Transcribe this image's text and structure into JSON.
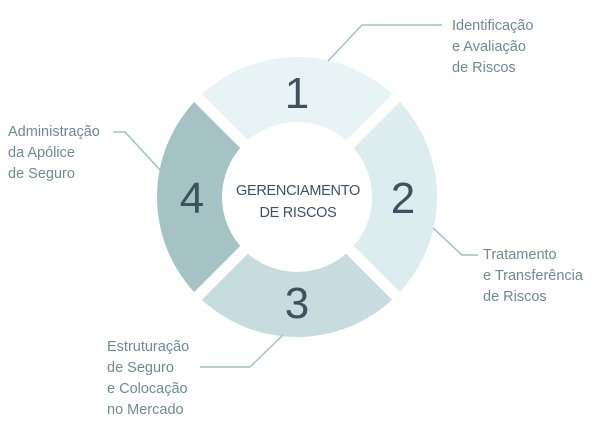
{
  "center": {
    "line1": "GERENCIAMENTO",
    "line2": "DE RISCOS"
  },
  "steps": [
    {
      "number": "1",
      "label": "Identificação\ne Avaliação\nde Riscos",
      "color": "#e8f3f5"
    },
    {
      "number": "2",
      "label": "Tratamento\ne Transferência\nde Riscos",
      "color": "#ddecee"
    },
    {
      "number": "3",
      "label": "Estruturação\nde Seguro\ne Colocação\nno Mercado",
      "color": "#c7dcdf"
    },
    {
      "number": "4",
      "label": "Administração\nda Apólice\nde Seguro",
      "color": "#a5c2c5"
    }
  ],
  "colors": {
    "text": "#3d5160",
    "label": "#6f8a8f",
    "leader": "#9fc1c4"
  }
}
